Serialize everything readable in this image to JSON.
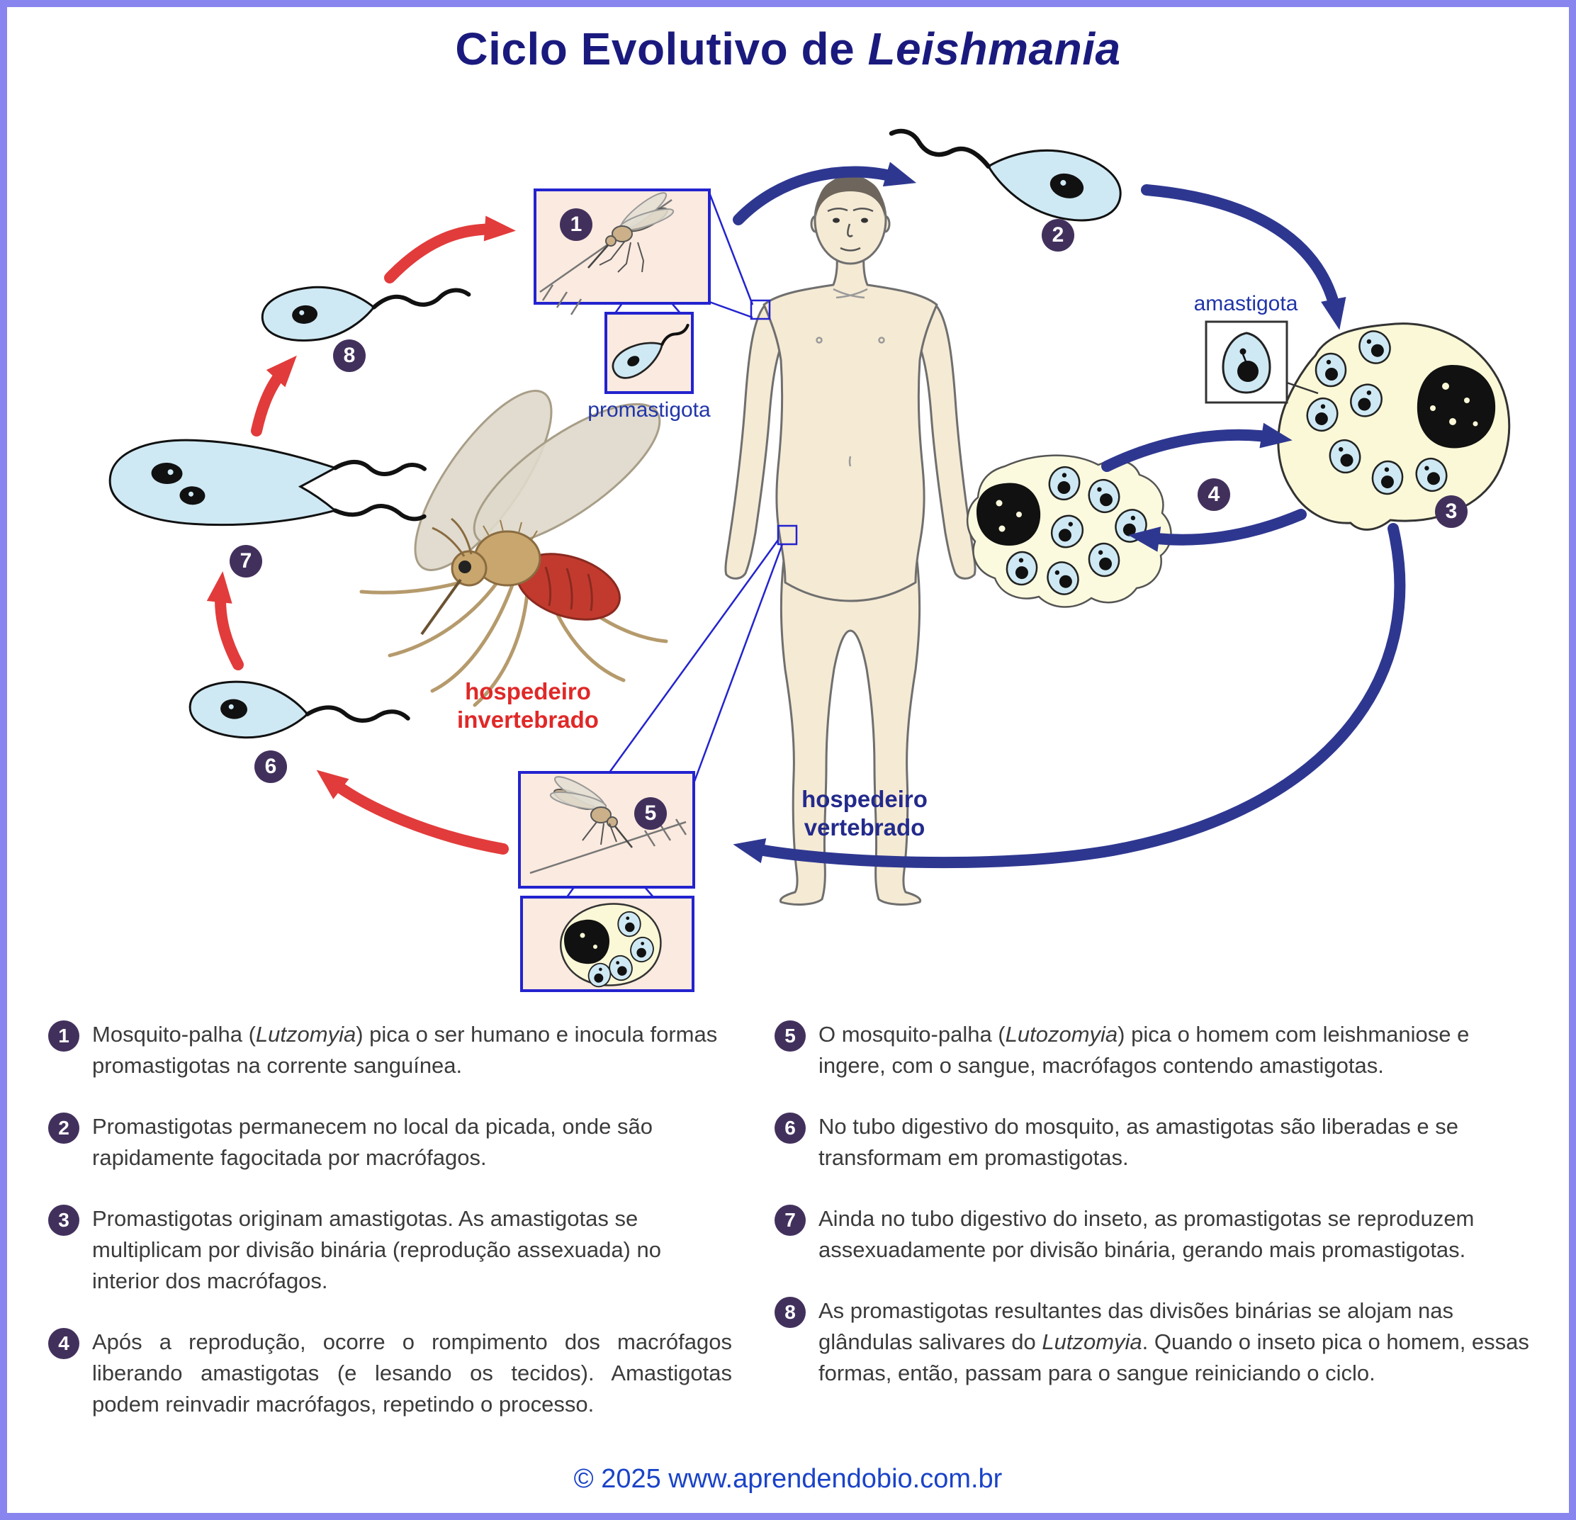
{
  "title": {
    "prefix": "Ciclo Evolutivo de ",
    "italic": "Leishmania"
  },
  "labels": {
    "promastigote": "promastigota",
    "amastigote": "amastigota",
    "invertebrate_host": "hospedeiro invertebrado",
    "vertebrate_host": "hospedeiro vertebrado"
  },
  "steps": [
    {
      "num": "1",
      "pre": "Mosquito-palha (",
      "italic": "Lutzomyia",
      "post": ") pica o ser humano e inocula formas promastigotas na corrente sanguínea."
    },
    {
      "num": "2",
      "pre": "Promastigotas permanecem no local da picada, onde são rapidamente fagocitada por macrófagos.",
      "italic": "",
      "post": ""
    },
    {
      "num": "3",
      "pre": "Promastigotas originam amastigotas. As amastigotas se multiplicam por divisão binária (reprodução assexuada) no interior dos macrófagos.",
      "italic": "",
      "post": ""
    },
    {
      "num": "4",
      "pre": "Após a reprodução, ocorre o rompimento dos macrófagos liberando amastigotas (e lesando os tecidos). Amastigotas podem reinvadir macrófagos, repetindo o processo.",
      "italic": "",
      "post": ""
    },
    {
      "num": "5",
      "pre": "O mosquito-palha (",
      "italic": "Lutozomyia",
      "post": ") pica o homem com leishmaniose e ingere, com o sangue, macrófagos contendo amastigotas."
    },
    {
      "num": "6",
      "pre": "No tubo digestivo do mosquito, as amastigotas são liberadas e se transformam em promastigotas.",
      "italic": "",
      "post": ""
    },
    {
      "num": "7",
      "pre": "Ainda no tubo digestivo do inseto, as promastigotas se reproduzem assexuadamente por divisão binária, gerando mais promastigotas.",
      "italic": "",
      "post": ""
    },
    {
      "num": "8",
      "pre": "As promastigotas resultantes das divisões binárias se alojam nas glândulas salivares do ",
      "italic": "Lutzomyia",
      "post": ". Quando o inseto pica o homem, essas formas, então, passam para o sangue reiniciando o ciclo."
    }
  ],
  "footer": "© 2025 www.aprendendobio.com.br",
  "colors": {
    "border": "#8886ee",
    "title": "#1a1a7e",
    "navy_arrow": "#2e3790",
    "red_arrow": "#e23b3b",
    "cell_fill": "#cfe9f4",
    "macrophage_fill": "#fbf8d7",
    "badge": "#42305c",
    "label_blue": "#2135a8",
    "host_red": "#e02828",
    "host_navy": "#232a8c",
    "box_border": "#2323cf",
    "box_bg": "#fbeadf"
  }
}
